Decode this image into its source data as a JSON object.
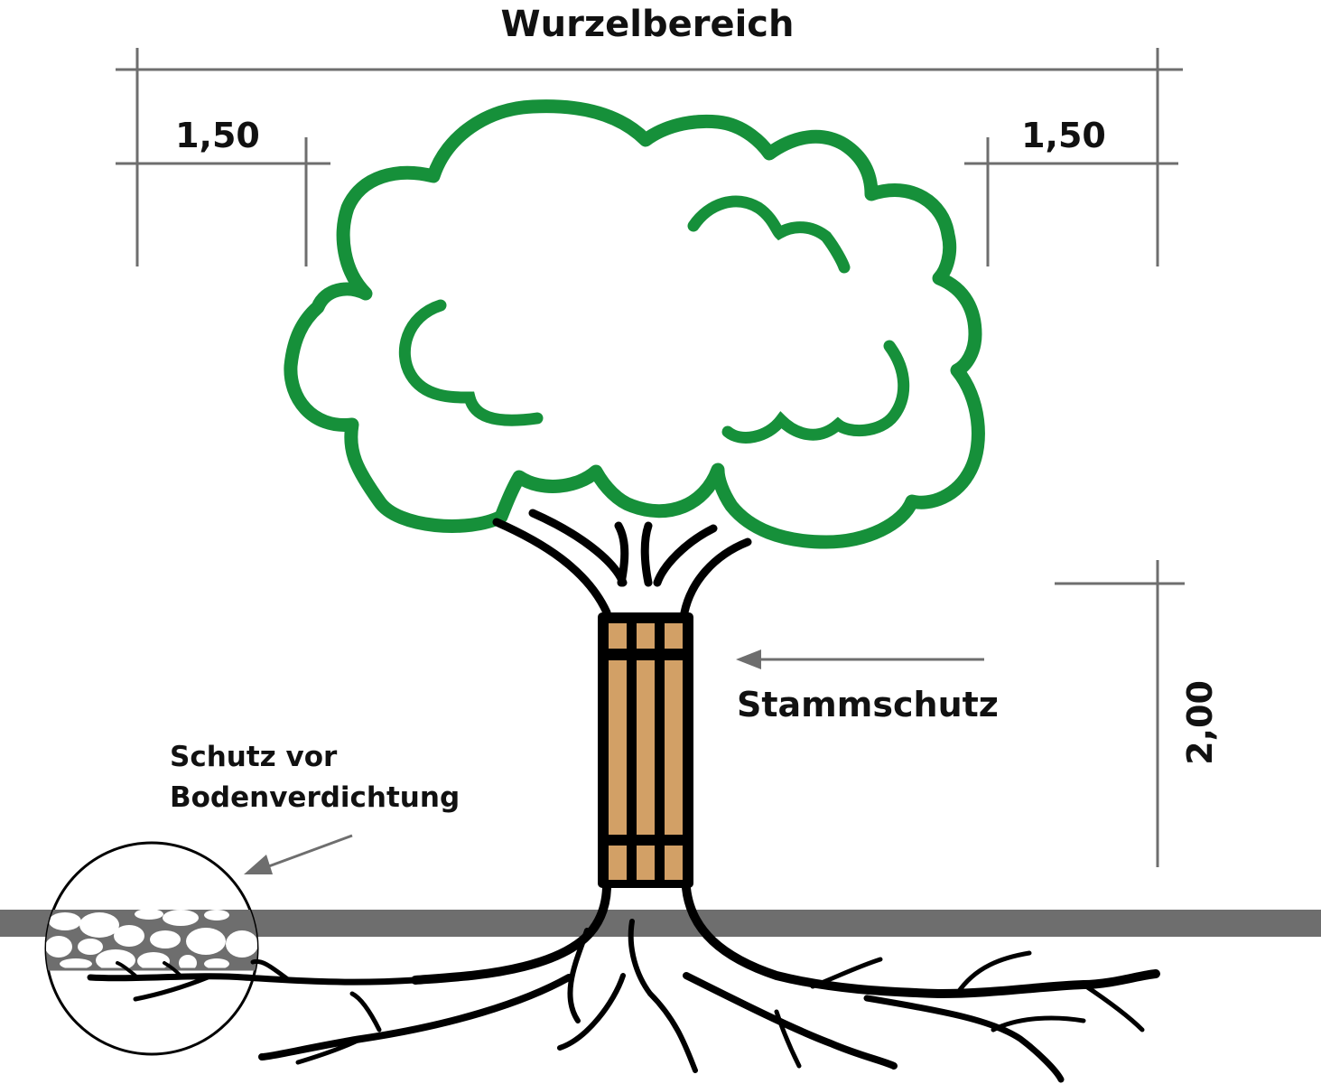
{
  "title": "Wurzelbereich",
  "dimensions": {
    "left_offset": "1,50",
    "right_offset": "1,50",
    "trunk_protection_height": "2,00"
  },
  "labels": {
    "trunk_protection": "Stammschutz",
    "soil_protection_line1": "Schutz vor",
    "soil_protection_line2": "Bodenverdichtung"
  },
  "colors": {
    "canopy": "#16903a",
    "trunk_guard": "#d2a066",
    "ground": "#6e6e6e",
    "dimension_lines": "#6e6e6e"
  }
}
